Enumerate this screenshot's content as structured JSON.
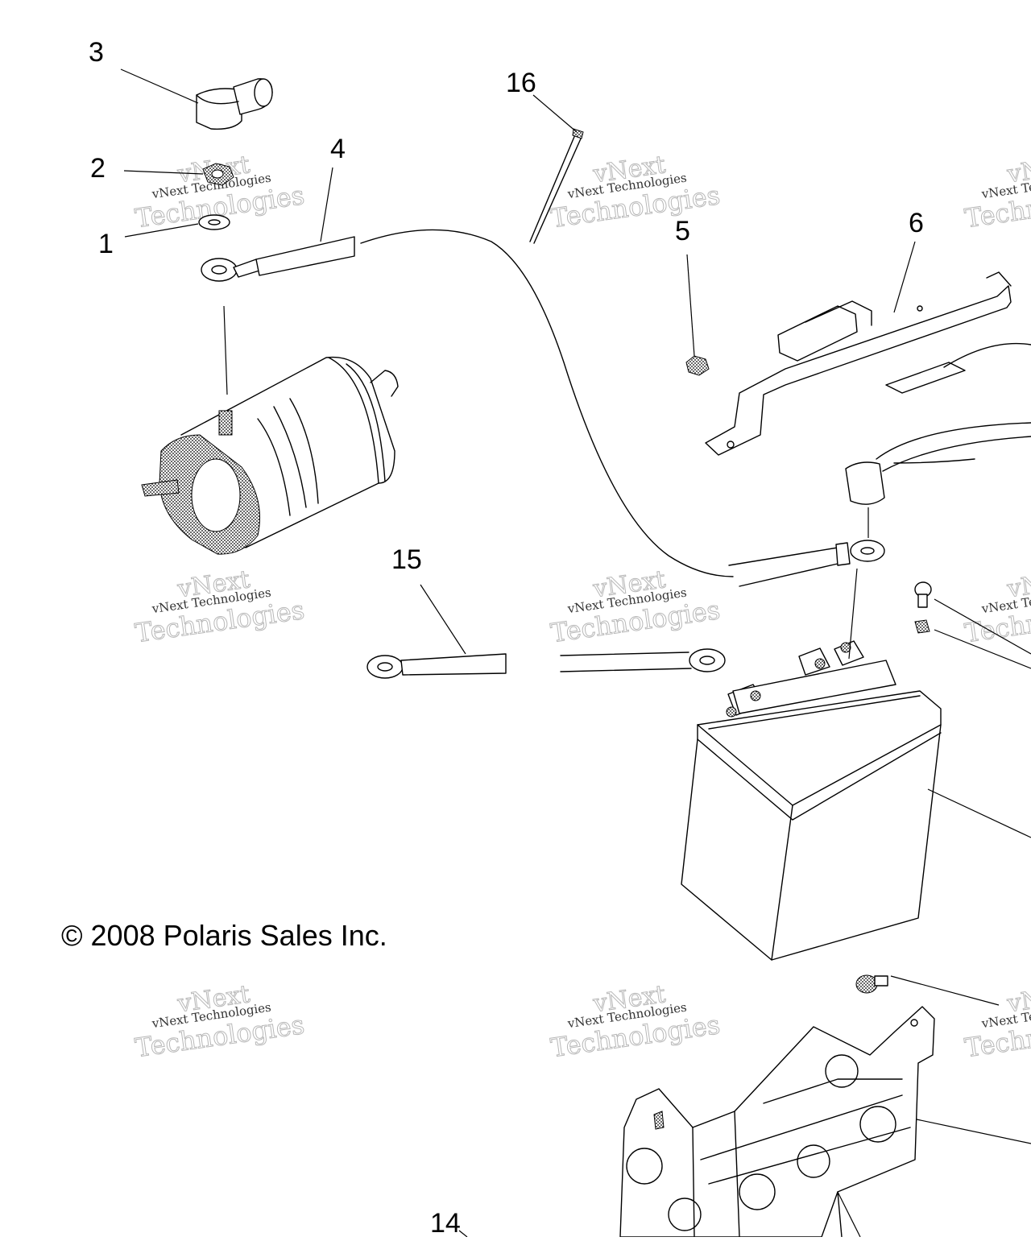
{
  "diagram": {
    "callouts": [
      {
        "id": "1",
        "label": "1"
      },
      {
        "id": "2",
        "label": "2"
      },
      {
        "id": "3",
        "label": "3"
      },
      {
        "id": "4",
        "label": "4"
      },
      {
        "id": "5",
        "label": "5"
      },
      {
        "id": "6",
        "label": "6"
      },
      {
        "id": "14",
        "label": "14"
      },
      {
        "id": "15",
        "label": "15"
      },
      {
        "id": "16",
        "label": "16"
      }
    ],
    "copyright": "© 2008 Polaris Sales Inc.",
    "watermark": {
      "big": "vNext",
      "small": "vNext Technologies",
      "tech": "Technologies"
    }
  }
}
